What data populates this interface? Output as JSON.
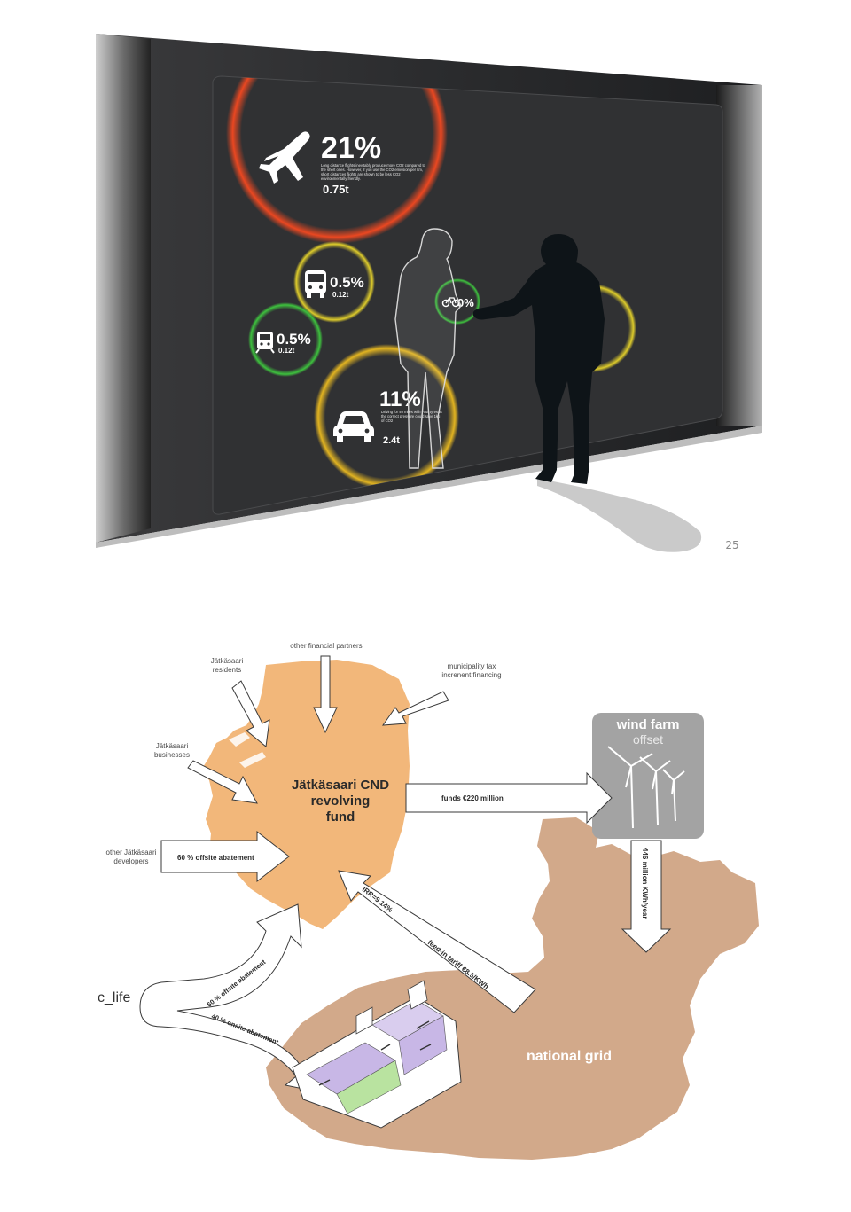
{
  "slide1": {
    "page_number": "25",
    "bubbles": [
      {
        "icon": "airplane-icon",
        "percent": "21%",
        "text": "Long distance flights inevitably produce more CO2 compared to the short ones. However, if you use the CO2 emission per km, short distances flights are shown to be less CO2 environmentally friendly.",
        "tonnes": "0.75t",
        "ring_color": "#ff4a1f"
      },
      {
        "icon": "bus-icon",
        "percent": "0.5%",
        "tonnes": "0.12t",
        "ring_color": "#e6e22a"
      },
      {
        "icon": "train-icon",
        "percent": "0.5%",
        "tonnes": "0.12t",
        "ring_color": "#3fd23f"
      },
      {
        "icon": "bicycle-icon",
        "percent": "0%",
        "ring_color": "#4ad24a"
      },
      {
        "icon": "car-icon",
        "percent": "11%",
        "text": "Driving for 40 miles with your tyres at the correct pressure could save 1kg of CO2",
        "tonnes": "2.4t",
        "ring_color": "#f5c21f"
      }
    ]
  },
  "slide2": {
    "labels": {
      "residents": [
        "Jätkäsaari",
        "residents"
      ],
      "other_financial": "other financial partners",
      "municipality": [
        "municipality tax",
        "increnent financing"
      ],
      "businesses": [
        "Jätkäsaari",
        "businesses"
      ],
      "developers": [
        "other Jätkäsaari",
        "developers"
      ],
      "fund": [
        "Jätkäsaari CND",
        "revolving",
        "fund"
      ],
      "funds_arrow": "funds €220 million",
      "wind_farm": "wind farm",
      "offset": "offset",
      "kwh": "446 million KWh/year",
      "offsite_abatement_box": "60 % offsite abatement",
      "irr": "IRR=9.14%",
      "tariff": "feed-in tariff €8.5/KWh",
      "c_life": "c_life",
      "offsite_curve": "60 % offsite abatement",
      "onsite_curve": "40 % onsite abatement",
      "national_grid": "national grid"
    },
    "colors": {
      "fund_area": "#f2b77a",
      "grid_area": "#d2a98a",
      "wind_box": "#a3a3a3"
    }
  }
}
